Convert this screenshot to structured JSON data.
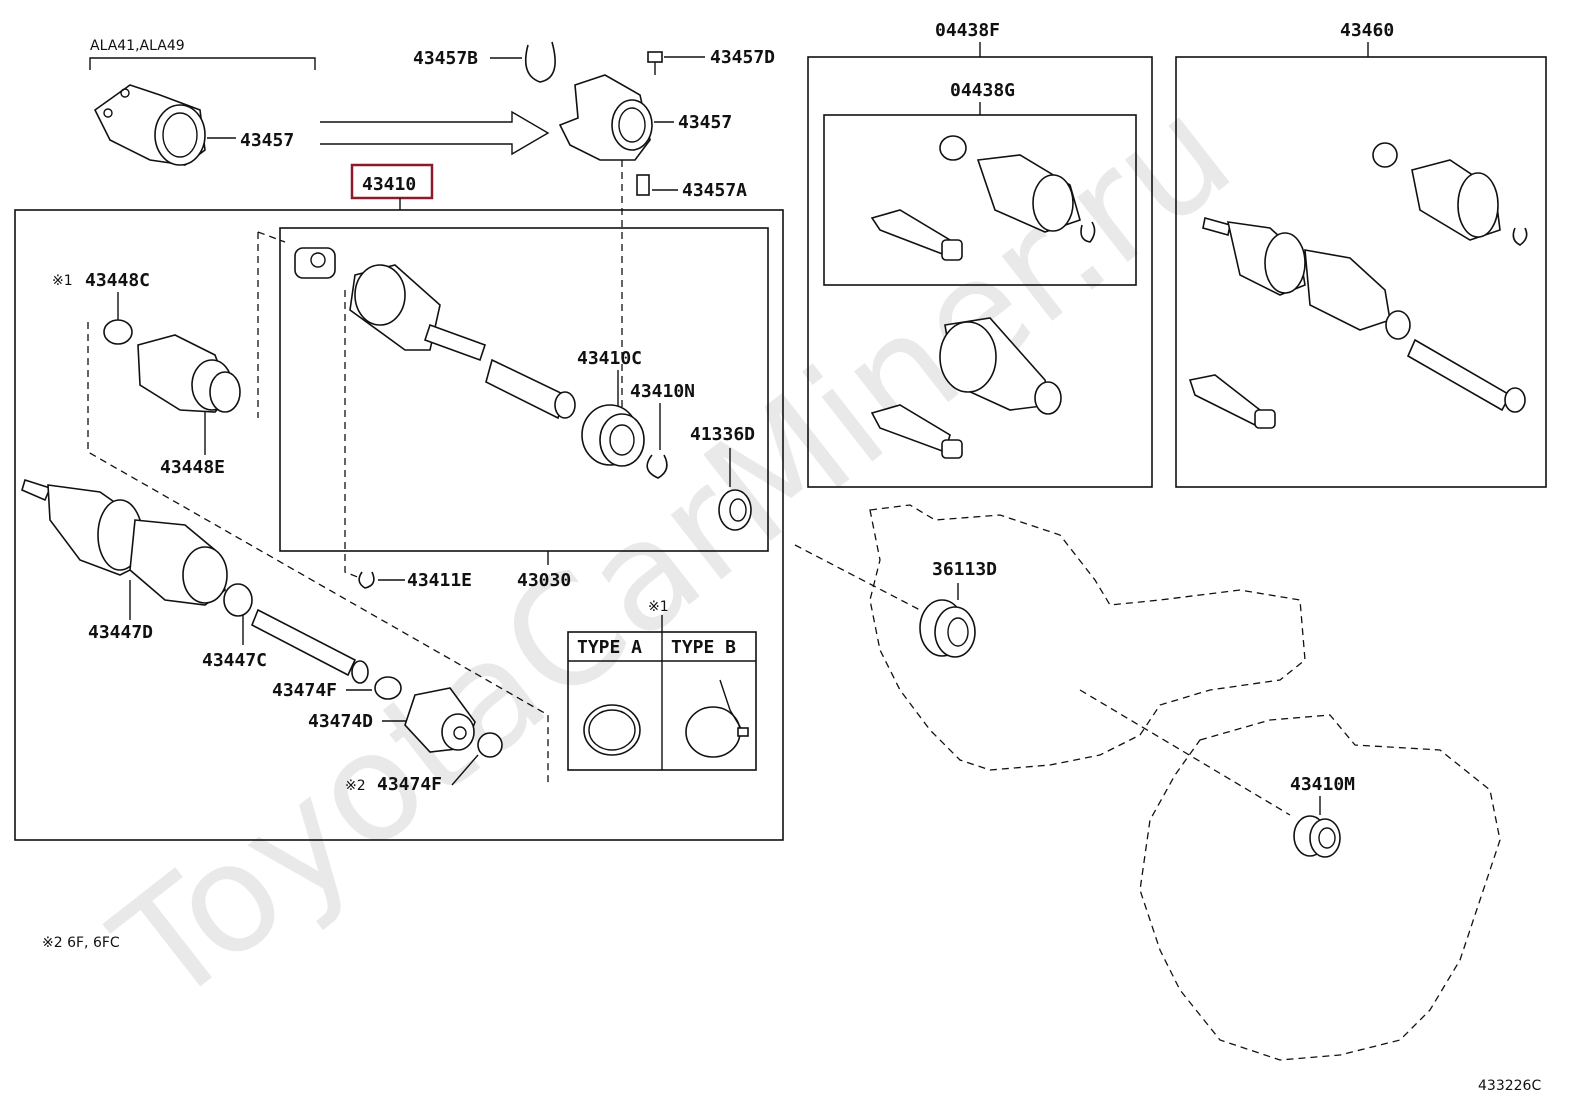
{
  "watermark": "ToyotaCarMiner.ru",
  "highlight_color": "#8b1a2b",
  "labels": {
    "ala_range": "ALA41,ALA49",
    "p43457_left": "43457",
    "p43457B": "43457B",
    "p43457D": "43457D",
    "p43457_right": "43457",
    "p43457A": "43457A",
    "p43410": "43410",
    "p04438F": "04438F",
    "p04438G": "04438G",
    "p43460": "43460",
    "mark1": "※1",
    "p43448C": "43448C",
    "p43448E": "43448E",
    "p43410C": "43410C",
    "p43410N": "43410N",
    "p41336D": "41336D",
    "p43411E": "43411E",
    "p43030": "43030",
    "p43447D": "43447D",
    "p43447C": "43447C",
    "p43474F": "43474F",
    "p43474D": "43474D",
    "mark2": "※2",
    "p43474F_b": "43474F",
    "type_a": "TYPE  A",
    "type_b": "TYPE  B",
    "p36113D": "36113D",
    "p43410M": "43410M",
    "footnote": "※2 6F, 6FC",
    "diagram_code": "433226C"
  }
}
